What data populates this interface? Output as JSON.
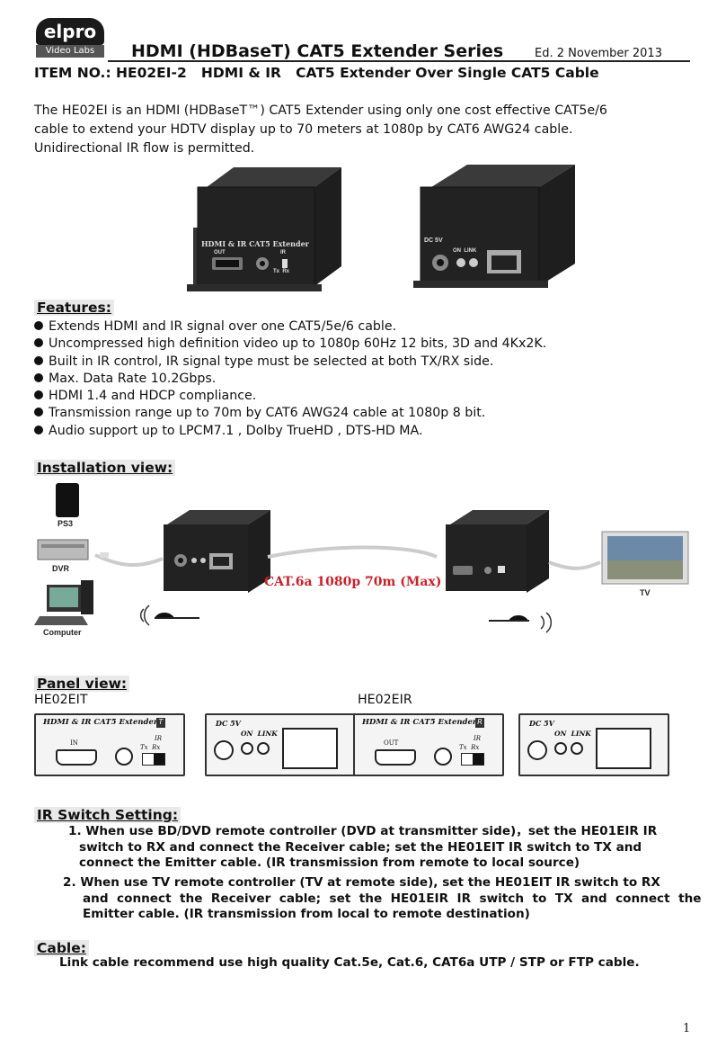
{
  "header": {
    "logo_top": "elpro",
    "logo_bottom": "Video Labs",
    "series_title": "HDMI (HDBaseT) CAT5 Extender Series",
    "edition": "Ed. 2 November 2013"
  },
  "item_no": "ITEM NO.: HE02EI-2   HDMI & IR   CAT5 Extender Over Single CAT5 Cable",
  "intro": [
    "The HE02EI is an HDMI (HDBaseT™) CAT5 Extender using only one cost effective CAT5e/6",
    "cable to extend your HDTV display up to 70 meters at 1080p by CAT6 AWG24 cable.",
    "Unidirectional IR flow is permitted."
  ],
  "product_photo": {
    "front_label": "HDMI & IR CAT5 Extender",
    "front_out": "OUT",
    "front_ir": "IR",
    "front_txrx": "Tx  Rx",
    "back_dc": "DC 5V",
    "back_on_link": "ON  LINK"
  },
  "features": {
    "heading": "Features:",
    "items": [
      "Extends HDMI and IR signal over one CAT5/5e/6 cable.",
      "Uncompressed high definition video up to 1080p 60Hz 12 bits, 3D and 4Kx2K.",
      "Built in IR control, IR signal type must be selected at both TX/RX side.",
      "Max. Data Rate 10.2Gbps.",
      "HDMI 1.4 and HDCP compliance.",
      "Transmission range up to 70m by CAT6 AWG24 cable at 1080p 8 bit.",
      "Audio support up to LPCM7.1 , Dolby TrueHD , DTS-HD MA."
    ]
  },
  "installation": {
    "heading": "Installation view:",
    "sources": [
      "PS3",
      "DVR",
      "Computer"
    ],
    "cable_label": "CAT.6a 1080p 70m (Max)",
    "tv_label": "TV"
  },
  "panel_view": {
    "heading": "Panel view:",
    "left_model": "HE02EIT",
    "right_model": "HE02EIR",
    "panels": [
      {
        "title": "HDMI & IR CAT5 Extender",
        "badge": "T",
        "port": "IN",
        "ir": "IR",
        "txrx": "Tx  Rx"
      },
      {
        "dc": "DC 5V",
        "on_link": "ON  LINK"
      },
      {
        "title": "HDMI & IR CAT5 Extender",
        "badge": "R",
        "port": "OUT",
        "ir": "IR",
        "txrx": "Tx  Rx"
      },
      {
        "dc": "DC 5V",
        "on_link": "ON  LINK"
      }
    ]
  },
  "ir_switch": {
    "heading": "IR Switch Setting:",
    "step1": [
      "1. When use BD/DVD remote controller (DVD at transmitter side)，set the HE01EIR IR",
      "switch to RX and connect the Receiver cable; set the HE01EIT IR switch to TX and",
      "connect the Emitter cable. (IR transmission from remote to local source)"
    ],
    "step2": [
      "2. When use TV remote controller (TV at remote side), set the HE01EIT IR switch to RX",
      "and  connect  the  Receiver  cable;  set  the  HE01EIR  IR  switch  to  TX  and  connect  the",
      "Emitter cable. (IR transmission from local to remote destination)"
    ]
  },
  "cable": {
    "heading": "Cable:",
    "text": "Link cable recommend use high quality Cat.5e, Cat.6, CAT6a UTP / STP or FTP cable."
  },
  "page_number": "1"
}
